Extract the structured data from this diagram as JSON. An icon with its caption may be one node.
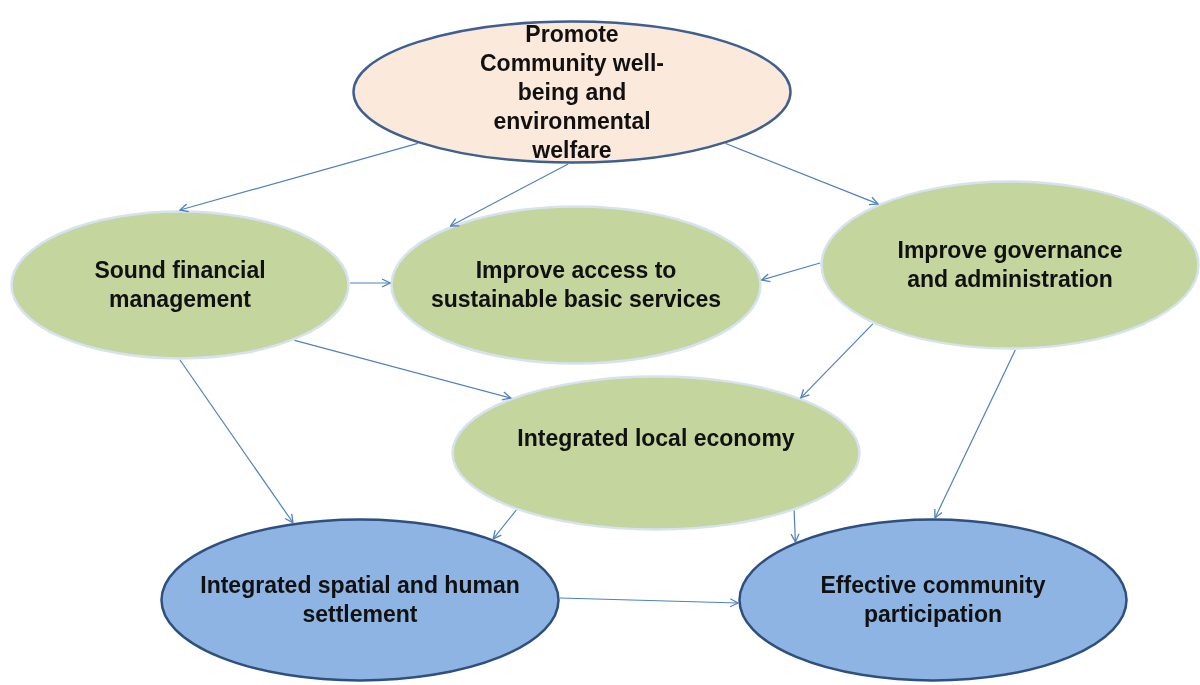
{
  "diagram": {
    "nodes": [
      {
        "text": [
          "Promote Community well-being and environmental welfare"
        ]
      },
      {
        "text": [
          "Sound financial management"
        ]
      },
      {
        "text": [
          "Improve access to sustainable basic services"
        ]
      },
      {
        "text": [
          "Improve governance and administration"
        ]
      },
      {
        "text": [
          "Integrated local economy"
        ]
      },
      {
        "text": [
          "Integrated spatial and human settlement"
        ]
      },
      {
        "text": [
          "Effective community participation"
        ]
      }
    ],
    "edges": [
      {
        "from": 0,
        "to": 1,
        "arrow": "to"
      },
      {
        "from": 0,
        "to": 2,
        "arrow": "to"
      },
      {
        "from": 0,
        "to": 3,
        "arrow": "to"
      },
      {
        "from": 1,
        "to": 2,
        "arrow": "to"
      },
      {
        "from": 3,
        "to": 2,
        "arrow": "to"
      },
      {
        "from": 1,
        "to": 4,
        "arrow": "to"
      },
      {
        "from": 3,
        "to": 4,
        "arrow": "to"
      },
      {
        "from": 1,
        "to": 5,
        "arrow": "to"
      },
      {
        "from": 4,
        "to": 5,
        "arrow": "to"
      },
      {
        "from": 4,
        "to": 6,
        "arrow": "to"
      },
      {
        "from": 3,
        "to": 6,
        "arrow": "to"
      },
      {
        "from": 5,
        "to": 6,
        "arrow": "to"
      }
    ]
  }
}
